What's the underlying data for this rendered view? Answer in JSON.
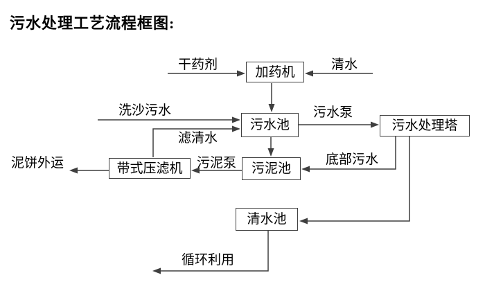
{
  "title": "污水处理工艺流程框图:",
  "nodes": {
    "dosing_machine": "加药机",
    "sewage_pool": "污水池",
    "treatment_tower": "污水处理塔",
    "sludge_pool": "污泥池",
    "belt_filter_press": "带式压滤机",
    "clear_water_pool": "清水池"
  },
  "labels": {
    "dry_chemical": "干药剂",
    "clear_water": "清水",
    "sand_washing_sewage": "洗沙污水",
    "sewage_pump": "污水泵",
    "filtered_water": "滤清水",
    "sludge_pump": "污泥泵",
    "bottom_sewage": "底部污水",
    "mud_cake_out": "泥饼外运",
    "recycle_use": "循环利用"
  },
  "colors": {
    "line": "#3f3f3f",
    "text": "#000000",
    "background": "#ffffff",
    "box_fill": "#ffffff"
  }
}
